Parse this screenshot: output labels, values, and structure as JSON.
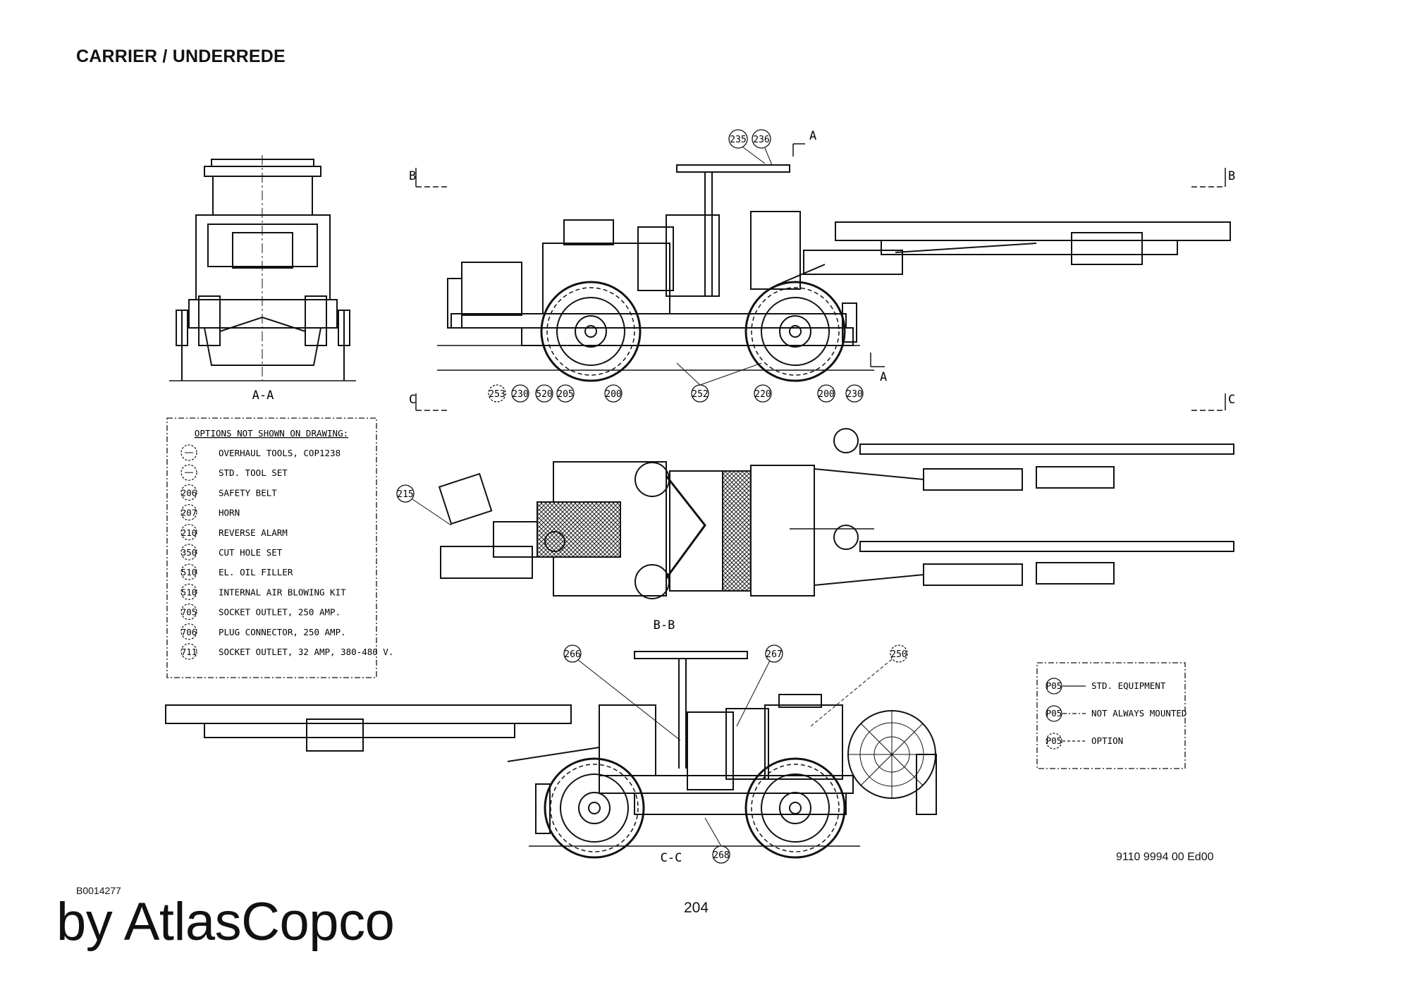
{
  "header": {
    "title": "CARRIER / UNDERREDE"
  },
  "views": {
    "aa": "A-A",
    "bb": "B-B",
    "cc": "C-C",
    "section_marks": {
      "a": "A",
      "b": "B",
      "c": "C"
    }
  },
  "callouts": {
    "side_top": [
      "235",
      "236"
    ],
    "side_bottom": [
      "253",
      "230",
      "520",
      "205",
      "200",
      "252",
      "220",
      "200",
      "230"
    ],
    "top_view": [
      "215"
    ],
    "lower_view": [
      "266",
      "267",
      "250",
      "268"
    ]
  },
  "options_box": {
    "title": "OPTIONS NOT SHOWN ON DRAWING:",
    "items": [
      {
        "code": "",
        "label": "OVERHAUL TOOLS, COP1238"
      },
      {
        "code": "",
        "label": "STD. TOOL SET"
      },
      {
        "code": "206",
        "label": "SAFETY BELT"
      },
      {
        "code": "207",
        "label": "HORN"
      },
      {
        "code": "210",
        "label": "REVERSE ALARM"
      },
      {
        "code": "350",
        "label": "CUT HOLE SET"
      },
      {
        "code": "510",
        "label": "EL. OIL FILLER"
      },
      {
        "code": "510",
        "label": "INTERNAL AIR BLOWING KIT"
      },
      {
        "code": "705",
        "label": "SOCKET OUTLET, 250 AMP."
      },
      {
        "code": "706",
        "label": "PLUG CONNECTOR, 250 AMP."
      },
      {
        "code": "711",
        "label": "SOCKET OUTLET, 32 AMP, 380-480 V."
      }
    ]
  },
  "legend": {
    "items": [
      {
        "code": "P05",
        "label": "STD. EQUIPMENT",
        "style": "solid"
      },
      {
        "code": "P05",
        "label": "NOT ALWAYS MOUNTED",
        "style": "dashdot"
      },
      {
        "code": "P05",
        "label": "OPTION",
        "style": "dashed"
      }
    ]
  },
  "footer": {
    "doc_number": "9110 9994 00 Ed00",
    "ref_code": "B0014277",
    "page_number": "204",
    "brand": "by AtlasCopco"
  }
}
